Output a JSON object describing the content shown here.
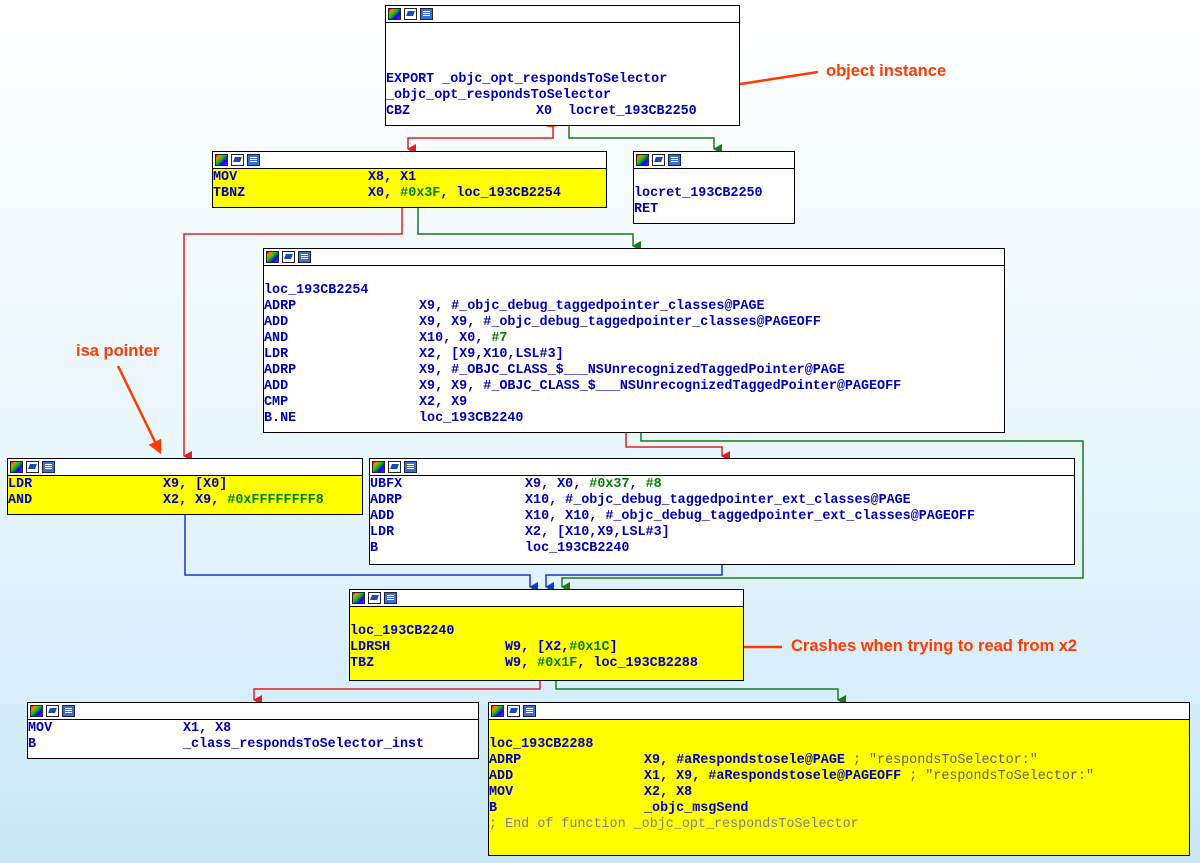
{
  "nodes": {
    "entry": {
      "lines": [
        {
          "text": "EXPORT _objc_opt_respondsToSelector"
        },
        {
          "text": "_objc_opt_respondsToSelector"
        },
        {
          "op": "CBZ",
          "args": [
            {
              "t": "X0  locret_193CB2250"
            }
          ]
        }
      ]
    },
    "mov_tbnz": {
      "lines": [
        {
          "op": "MOV",
          "args": [
            {
              "t": "X8, X1"
            }
          ]
        },
        {
          "op": "TBNZ",
          "args": [
            {
              "t": "X0, "
            },
            {
              "t": "#0x3F",
              "c": "g"
            },
            {
              "t": ", loc_193CB2254"
            }
          ]
        }
      ]
    },
    "locret": {
      "lines": [
        {
          "text": "locret_193CB2250"
        },
        {
          "op": "RET"
        }
      ]
    },
    "loc2254": {
      "lines": [
        {
          "text": "loc_193CB2254"
        },
        {
          "op": "ADRP",
          "args": [
            {
              "t": "X9, #_objc_debug_taggedpointer_classes@PAGE"
            }
          ]
        },
        {
          "op": "ADD",
          "args": [
            {
              "t": "X9, X9, #_objc_debug_taggedpointer_classes@PAGEOFF"
            }
          ]
        },
        {
          "op": "AND",
          "args": [
            {
              "t": "X10, X0, "
            },
            {
              "t": "#7",
              "c": "g"
            }
          ]
        },
        {
          "op": "LDR",
          "args": [
            {
              "t": "X2, [X9,X10,LSL#3]"
            }
          ]
        },
        {
          "op": "ADRP",
          "args": [
            {
              "t": "X9, #_OBJC_CLASS_$___NSUnrecognizedTaggedPointer@PAGE"
            }
          ]
        },
        {
          "op": "ADD",
          "args": [
            {
              "t": "X9, X9, #_OBJC_CLASS_$___NSUnrecognizedTaggedPointer@PAGEOFF"
            }
          ]
        },
        {
          "op": "CMP",
          "args": [
            {
              "t": "X2, X9"
            }
          ]
        },
        {
          "op": "B.NE",
          "args": [
            {
              "t": "loc_193CB2240"
            }
          ]
        }
      ]
    },
    "ldr_and": {
      "lines": [
        {
          "op": "LDR",
          "args": [
            {
              "t": "X9, [X0]"
            }
          ]
        },
        {
          "op": "AND",
          "args": [
            {
              "t": "X2, X9, "
            },
            {
              "t": "#0xFFFFFFFF8",
              "c": "g"
            }
          ]
        }
      ]
    },
    "ubfx": {
      "lines": [
        {
          "op": "UBFX",
          "args": [
            {
              "t": "X9, X0, "
            },
            {
              "t": "#0x37",
              "c": "g"
            },
            {
              "t": ", "
            },
            {
              "t": "#8",
              "c": "g"
            }
          ]
        },
        {
          "op": "ADRP",
          "args": [
            {
              "t": "X10, #_objc_debug_taggedpointer_ext_classes@PAGE"
            }
          ]
        },
        {
          "op": "ADD",
          "args": [
            {
              "t": "X10, X10, #_objc_debug_taggedpointer_ext_classes@PAGEOFF"
            }
          ]
        },
        {
          "op": "LDR",
          "args": [
            {
              "t": "X2, [X10,X9,LSL#3]"
            }
          ]
        },
        {
          "op": "B",
          "args": [
            {
              "t": "loc_193CB2240"
            }
          ]
        }
      ]
    },
    "loc2240": {
      "lines": [
        {
          "text": "loc_193CB2240"
        },
        {
          "op": "LDRSH",
          "args": [
            {
              "t": "W9, [X2,"
            },
            {
              "t": "#0x1C",
              "c": "g"
            },
            {
              "t": "]"
            }
          ]
        },
        {
          "op": "TBZ",
          "args": [
            {
              "t": "W9, "
            },
            {
              "t": "#0x1F",
              "c": "g"
            },
            {
              "t": ", loc_193CB2288"
            }
          ]
        }
      ]
    },
    "mov_b": {
      "lines": [
        {
          "op": "MOV",
          "args": [
            {
              "t": "X1, X8"
            }
          ]
        },
        {
          "op": "B",
          "args": [
            {
              "t": "_class_respondsToSelector_inst"
            }
          ]
        }
      ]
    },
    "loc2288": {
      "lines": [
        {
          "text": "loc_193CB2288"
        },
        {
          "op": "ADRP",
          "args": [
            {
              "t": "X9, #aRespondstosele@PAGE "
            },
            {
              "t": "; \"respondsToSelector:\"",
              "c": "str"
            }
          ]
        },
        {
          "op": "ADD",
          "args": [
            {
              "t": "X1, X9, #aRespondstosele@PAGEOFF "
            },
            {
              "t": "; \"respondsToSelector:\"",
              "c": "str"
            }
          ]
        },
        {
          "op": "MOV",
          "args": [
            {
              "t": "X2, X8"
            }
          ]
        },
        {
          "op": "B",
          "args": [
            {
              "t": "_objc_msgSend"
            }
          ]
        },
        {
          "text": "; End of function _objc_opt_respondsToSelector",
          "c": "cmt"
        }
      ]
    }
  },
  "annotations": {
    "object_instance": "object instance",
    "isa_pointer": "isa pointer",
    "crash": "Crashes when trying to read from x2"
  },
  "colors": {
    "true_edge": "#1a7a1a",
    "false_edge": "#e02020",
    "jump_edge": "#1838c8",
    "annotation": "#ff3b00",
    "highlight_block": "#ffff00"
  }
}
